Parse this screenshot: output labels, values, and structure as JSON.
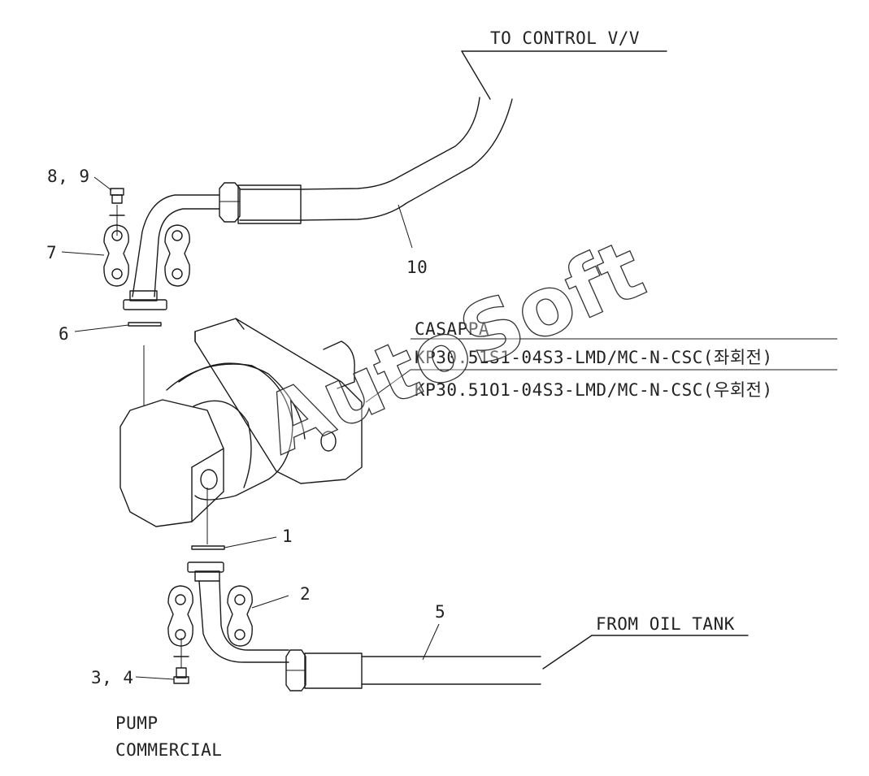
{
  "labels": {
    "to_control": "TO CONTROL V/V",
    "from_oil_tank": "FROM OIL TANK",
    "pump_model_brand": "CASAPPA",
    "pump_model_left": "KP30.51S1-04S3-LMD/MC-N-CSC(좌회전)",
    "pump_model_right": "KP30.51O1-04S3-LMD/MC-N-CSC(우회전)",
    "pump_caption_1": "PUMP",
    "pump_caption_2": "COMMERCIAL"
  },
  "callouts": {
    "c1": "1",
    "c2": "2",
    "c3_4": "3, 4",
    "c5": "5",
    "c6": "6",
    "c7": "7",
    "c8_9": "8, 9",
    "c10": "10"
  },
  "watermark": "AutoSoft"
}
